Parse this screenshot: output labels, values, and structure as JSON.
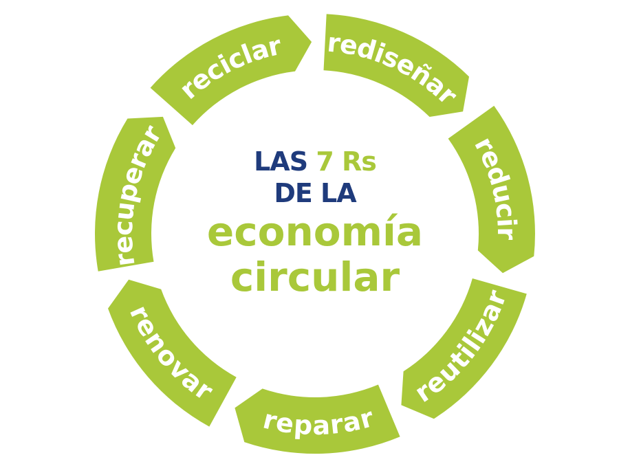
{
  "title": {
    "line1_a": "LAS",
    "line1_b": "7 Rs",
    "line2": "DE LA",
    "line3": "economía",
    "line4": "circular"
  },
  "segments": [
    {
      "label": "rediseñar"
    },
    {
      "label": "reducir"
    },
    {
      "label": "reutilizar"
    },
    {
      "label": "reparar"
    },
    {
      "label": "renovar"
    },
    {
      "label": "recuperar"
    },
    {
      "label": "reciclar"
    }
  ],
  "colors": {
    "green": "#a9c83a",
    "blue": "#1f3b7c",
    "white": "#ffffff"
  }
}
